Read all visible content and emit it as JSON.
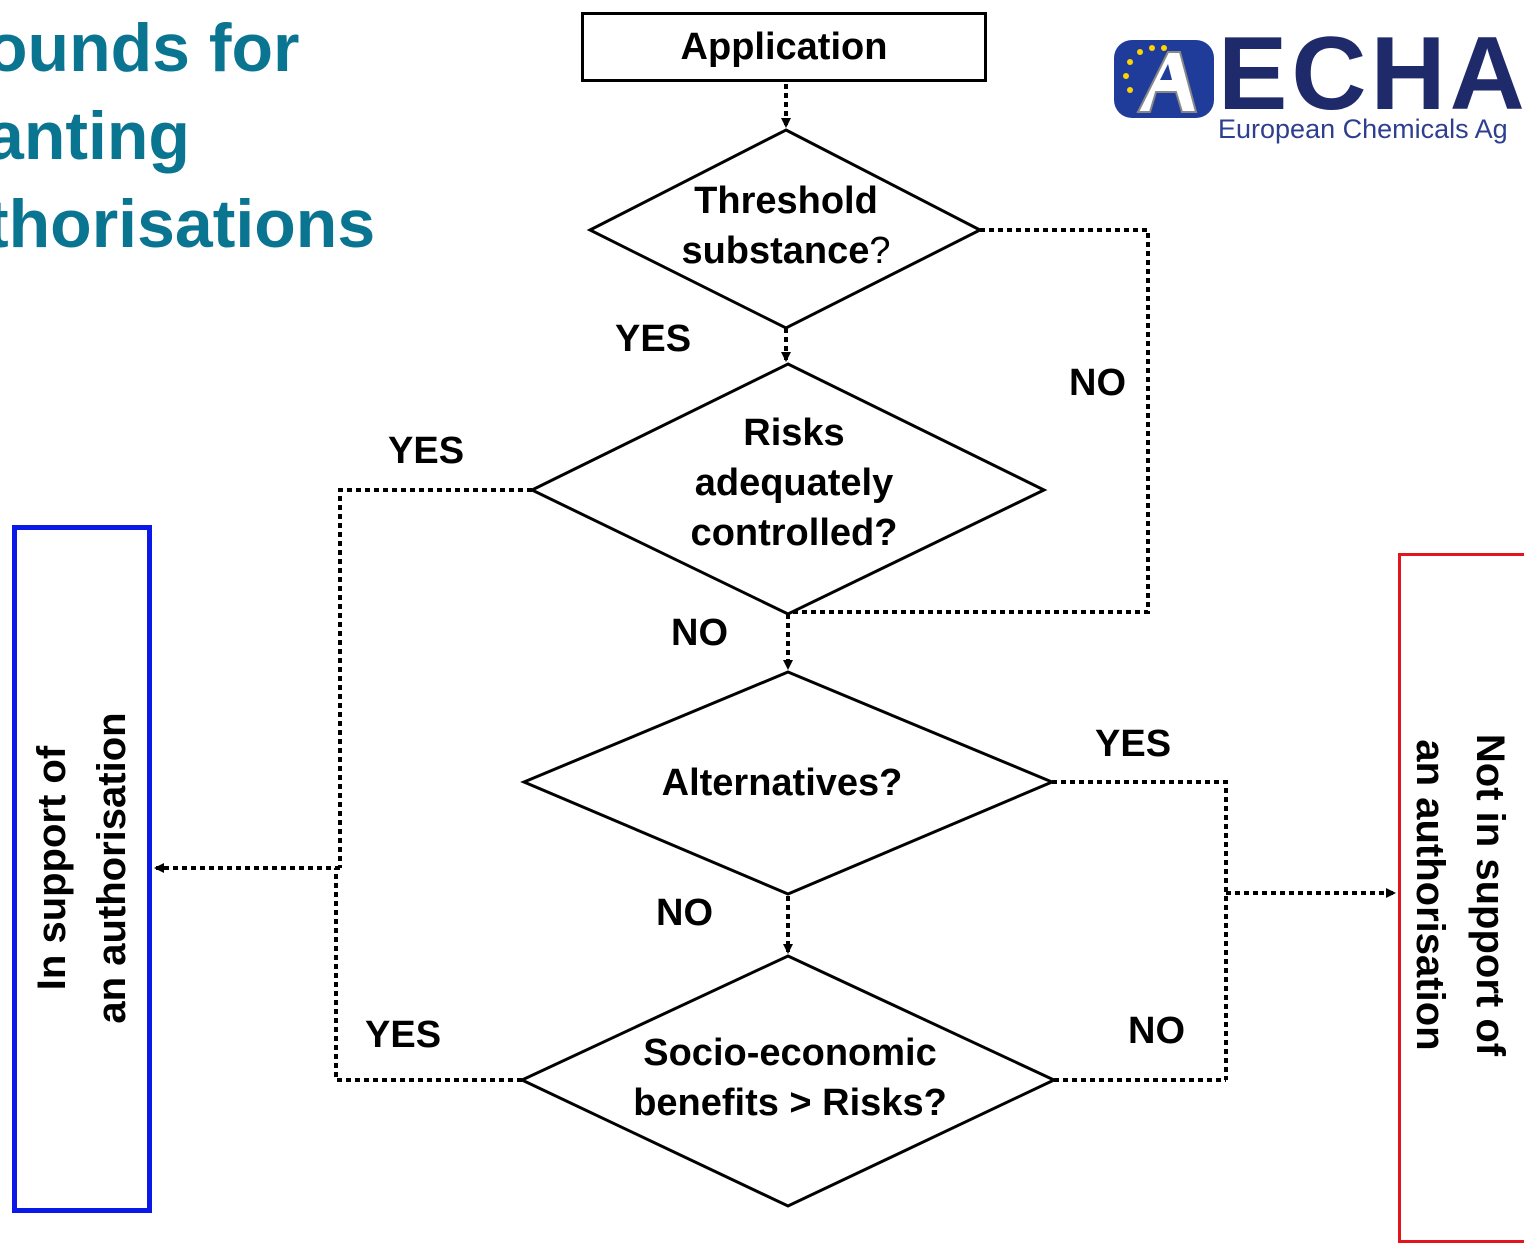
{
  "title": {
    "lines": [
      "ounds for",
      "anting",
      "thorisations"
    ]
  },
  "logo": {
    "word": "ECHA",
    "subtitle": "European Chemicals Ag"
  },
  "nodes": {
    "application": "Application",
    "threshold": {
      "line1": "Threshold",
      "line2": "substance",
      "mark": "?"
    },
    "risks": {
      "line1": "Risks",
      "line2": "adequately",
      "line3": "controlled?"
    },
    "alternatives": "Alternatives?",
    "socio": {
      "line1": "Socio-economic",
      "line2": "benefits > Risks?"
    }
  },
  "labels": {
    "threshold_yes": "YES",
    "threshold_no": "NO",
    "risks_yes": "YES",
    "risks_no": "NO",
    "alternatives_yes": "YES",
    "alternatives_no": "NO",
    "socio_yes": "YES",
    "socio_no": "NO"
  },
  "outcomes": {
    "support": {
      "line1": "In support of",
      "line2": "an authorisation",
      "color": "#0a18e8"
    },
    "not_support": {
      "line1": "Not in support of",
      "line2": "an authorisation",
      "color": "#e3141c"
    }
  },
  "colors": {
    "title": "#0a7591",
    "logo_blue": "#1f2a6a"
  }
}
